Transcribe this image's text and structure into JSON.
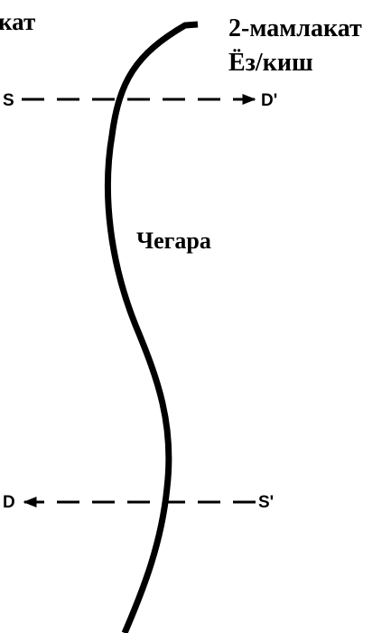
{
  "labels": {
    "country_left": "кат",
    "country_right": "2-мамлакат",
    "season_right": "Ёз/киш",
    "border": "Чегара"
  },
  "flows": {
    "top": {
      "start": "S",
      "end": "D'"
    },
    "bottom": {
      "start": "S'",
      "end": "D"
    }
  },
  "colors": {
    "ink": "#000000",
    "background": "#ffffff"
  }
}
